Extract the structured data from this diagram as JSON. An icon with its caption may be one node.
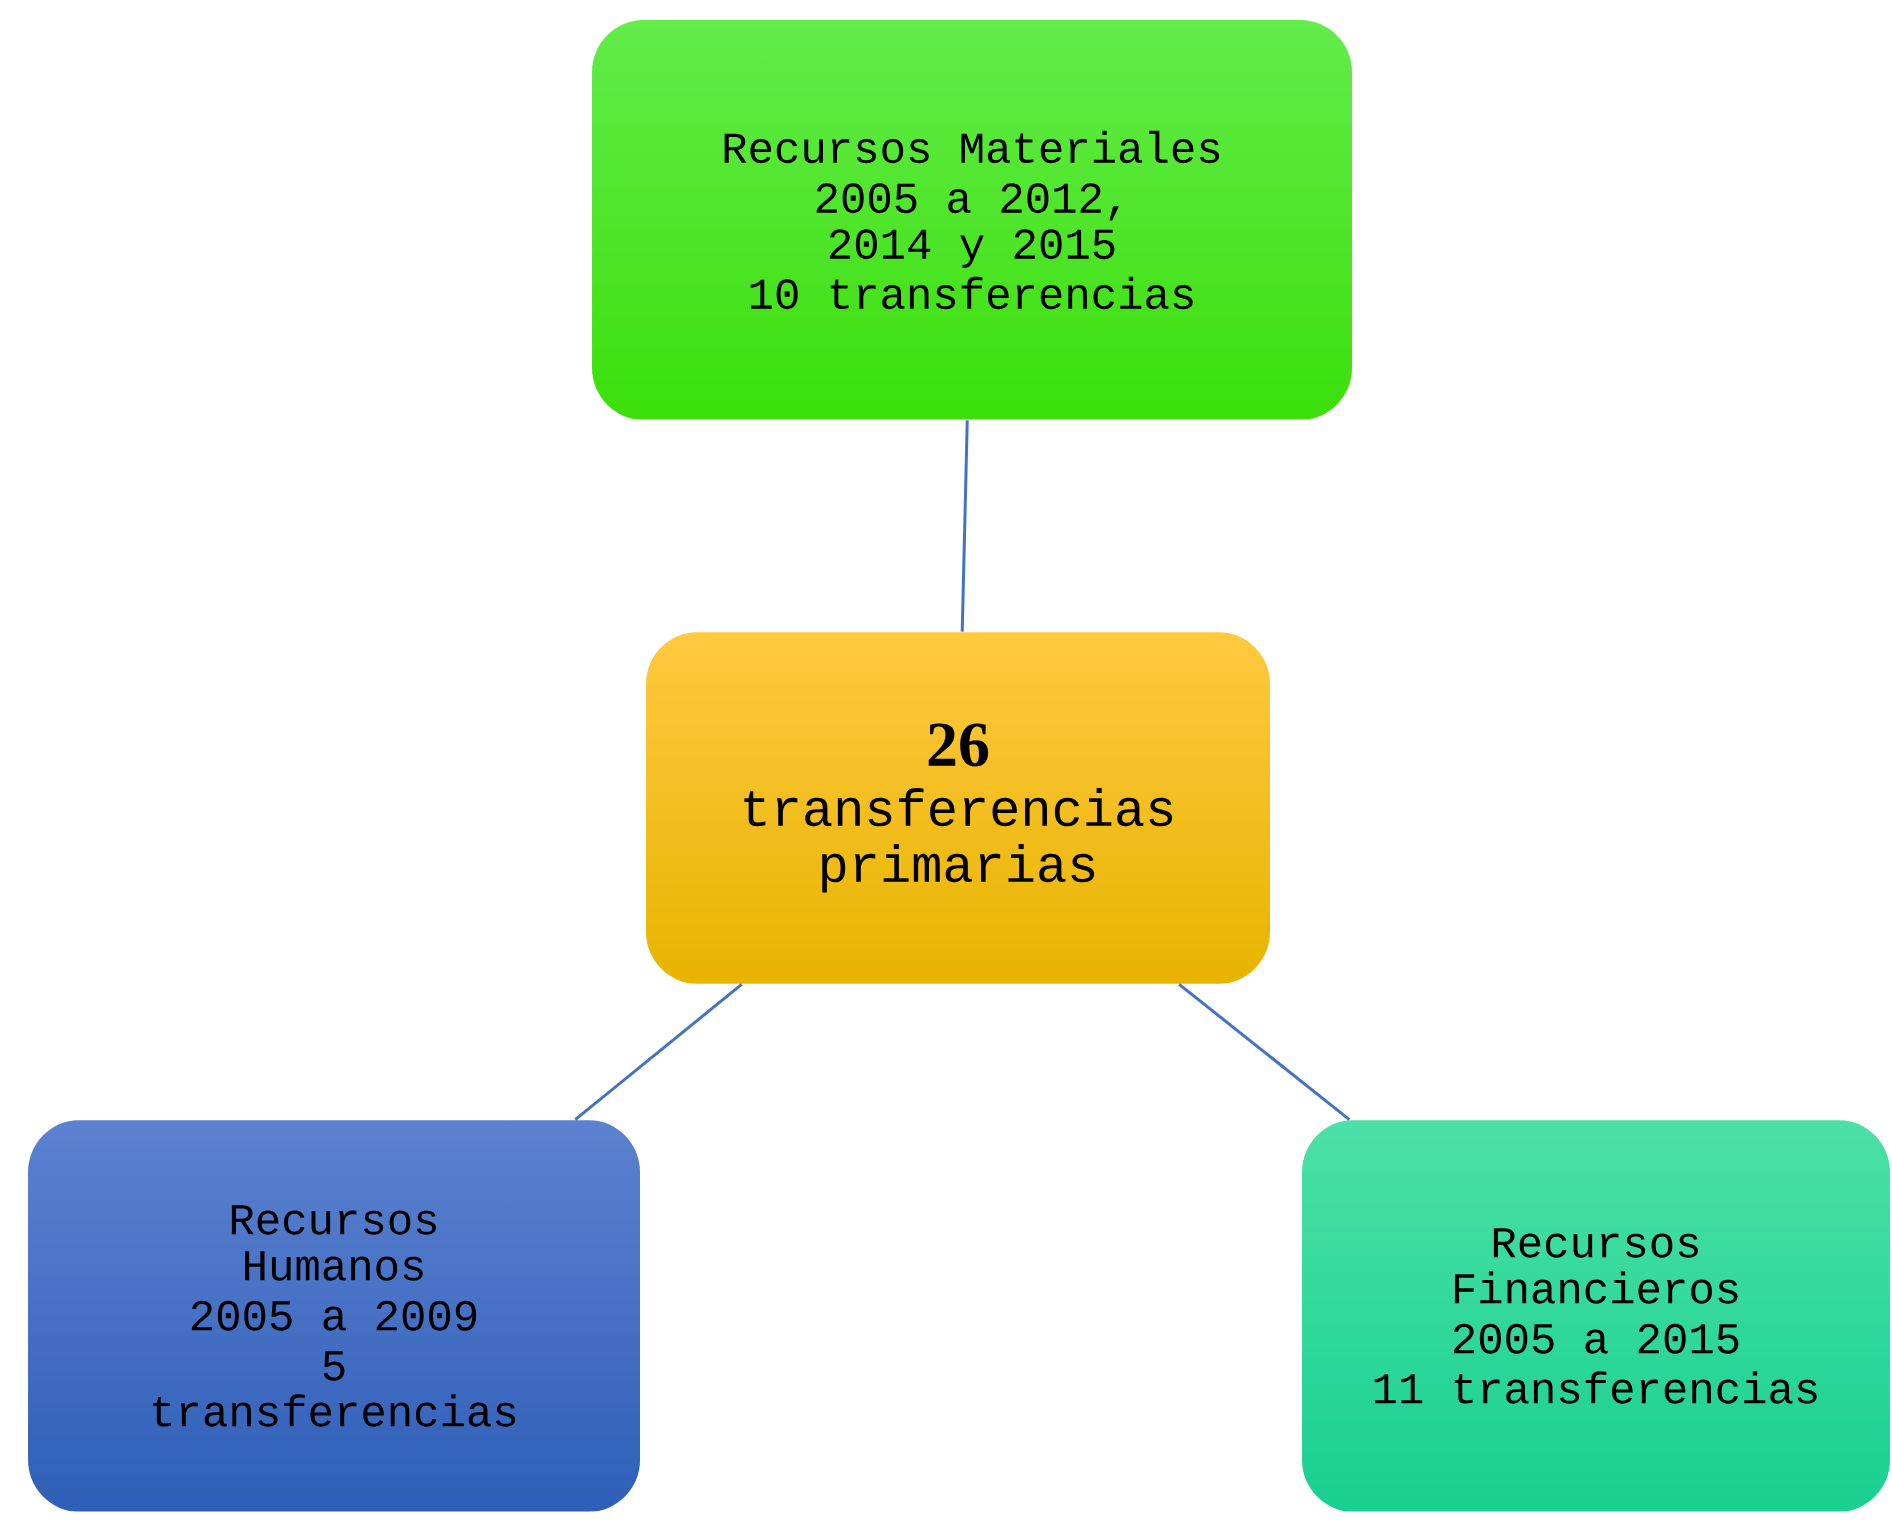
{
  "diagram": {
    "nodes": [
      {
        "text": [
          "Recursos Materiales",
          "2005 a 2012, 2014 y 2015",
          "10 transferencias"
        ]
      },
      {
        "text": [
          "26",
          "transferencias primarias"
        ]
      },
      {
        "text": [
          "Recursos Humanos",
          "2005 a 2009",
          "5 transferencias"
        ]
      },
      {
        "text": [
          "Recursos Financieros",
          "2005 a 2015",
          "11 transferencias"
        ]
      }
    ],
    "edges": [
      {
        "from": 1,
        "to": 0,
        "arrow": "none"
      },
      {
        "from": 1,
        "to": 2,
        "arrow": "none"
      },
      {
        "from": 1,
        "to": 3,
        "arrow": "none"
      }
    ]
  }
}
